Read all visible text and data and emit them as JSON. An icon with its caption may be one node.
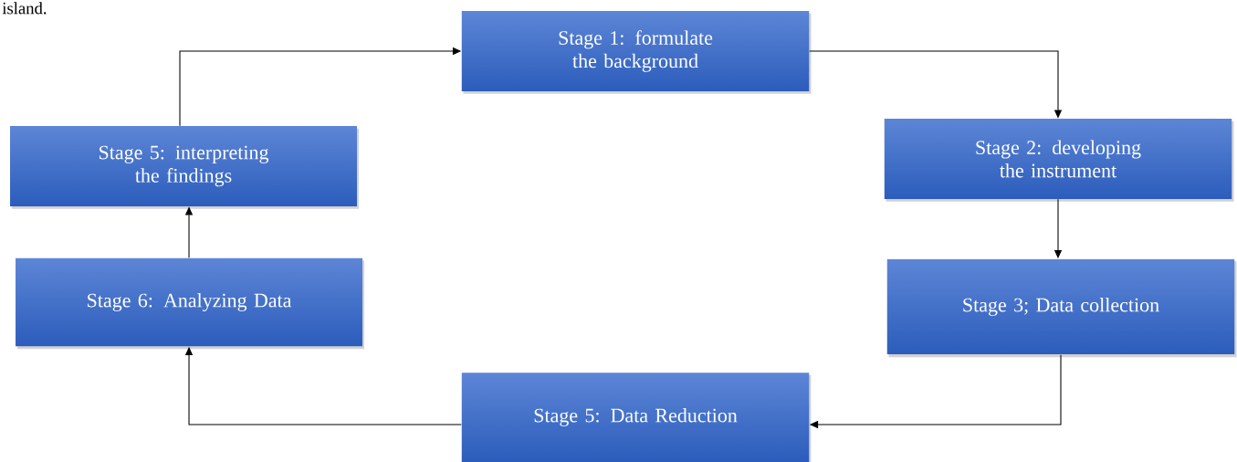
{
  "diagram": {
    "nodes": [
      {
        "text": [
          "Stage 1: formulate the background"
        ]
      },
      {
        "text": [
          "Stage 2: developing the instrument"
        ]
      },
      {
        "text": [
          "Stage 3; Data collection"
        ]
      },
      {
        "text": [
          "Stage 5: Data Reduction"
        ]
      },
      {
        "text": [
          "Stage 6: Analyzing Data"
        ]
      },
      {
        "text": [
          "Stage 5: interpreting the findings"
        ]
      }
    ],
    "edges": [
      {
        "from": 0,
        "to": 1,
        "arrow": "to"
      },
      {
        "from": 1,
        "to": 2,
        "arrow": "to"
      },
      {
        "from": 2,
        "to": 3,
        "arrow": "to"
      },
      {
        "from": 3,
        "to": 4,
        "arrow": "to"
      },
      {
        "from": 4,
        "to": 5,
        "arrow": "to"
      },
      {
        "from": 5,
        "to": 0,
        "arrow": "to"
      }
    ],
    "labels": [
      "island."
    ]
  }
}
